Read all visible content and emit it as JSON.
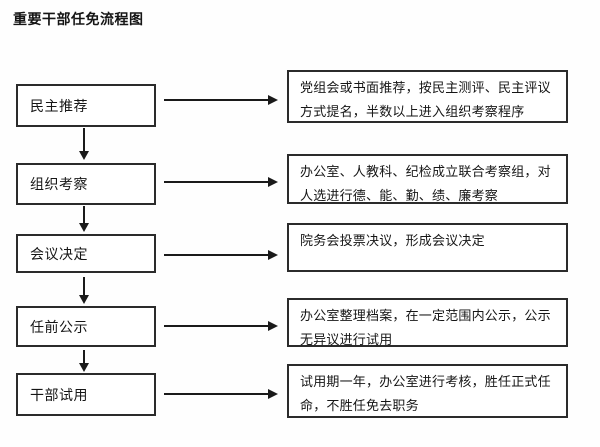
{
  "title": "重要干部任免流程图",
  "flow": {
    "steps": [
      {
        "label": "民主推荐",
        "desc_line1": "党组会或书面推荐，按民主测评、民主评议",
        "desc_line2": "方式提名，半数以上进入组织考察程序"
      },
      {
        "label": "组织考察",
        "desc_line1": "办公室、人教科、纪检成立联合考察组，对",
        "desc_line2": "人选进行德、能、勤、绩、廉考察"
      },
      {
        "label": "会议决定",
        "desc_line1": "院务会投票决议，形成会议决定",
        "desc_line2": ""
      },
      {
        "label": "任前公示",
        "desc_line1": "办公室整理档案，在一定范围内公示，公示",
        "desc_line2": "无异议进行试用"
      },
      {
        "label": "干部试用",
        "desc_line1": "试用期一年，办公室进行考核，胜任正式任",
        "desc_line2": "命，不胜任免去职务"
      }
    ]
  },
  "colors": {
    "background": "#ffffff",
    "box_border": "#2b2b2b",
    "text": "#161616",
    "arrow": "#1a1a1a"
  }
}
